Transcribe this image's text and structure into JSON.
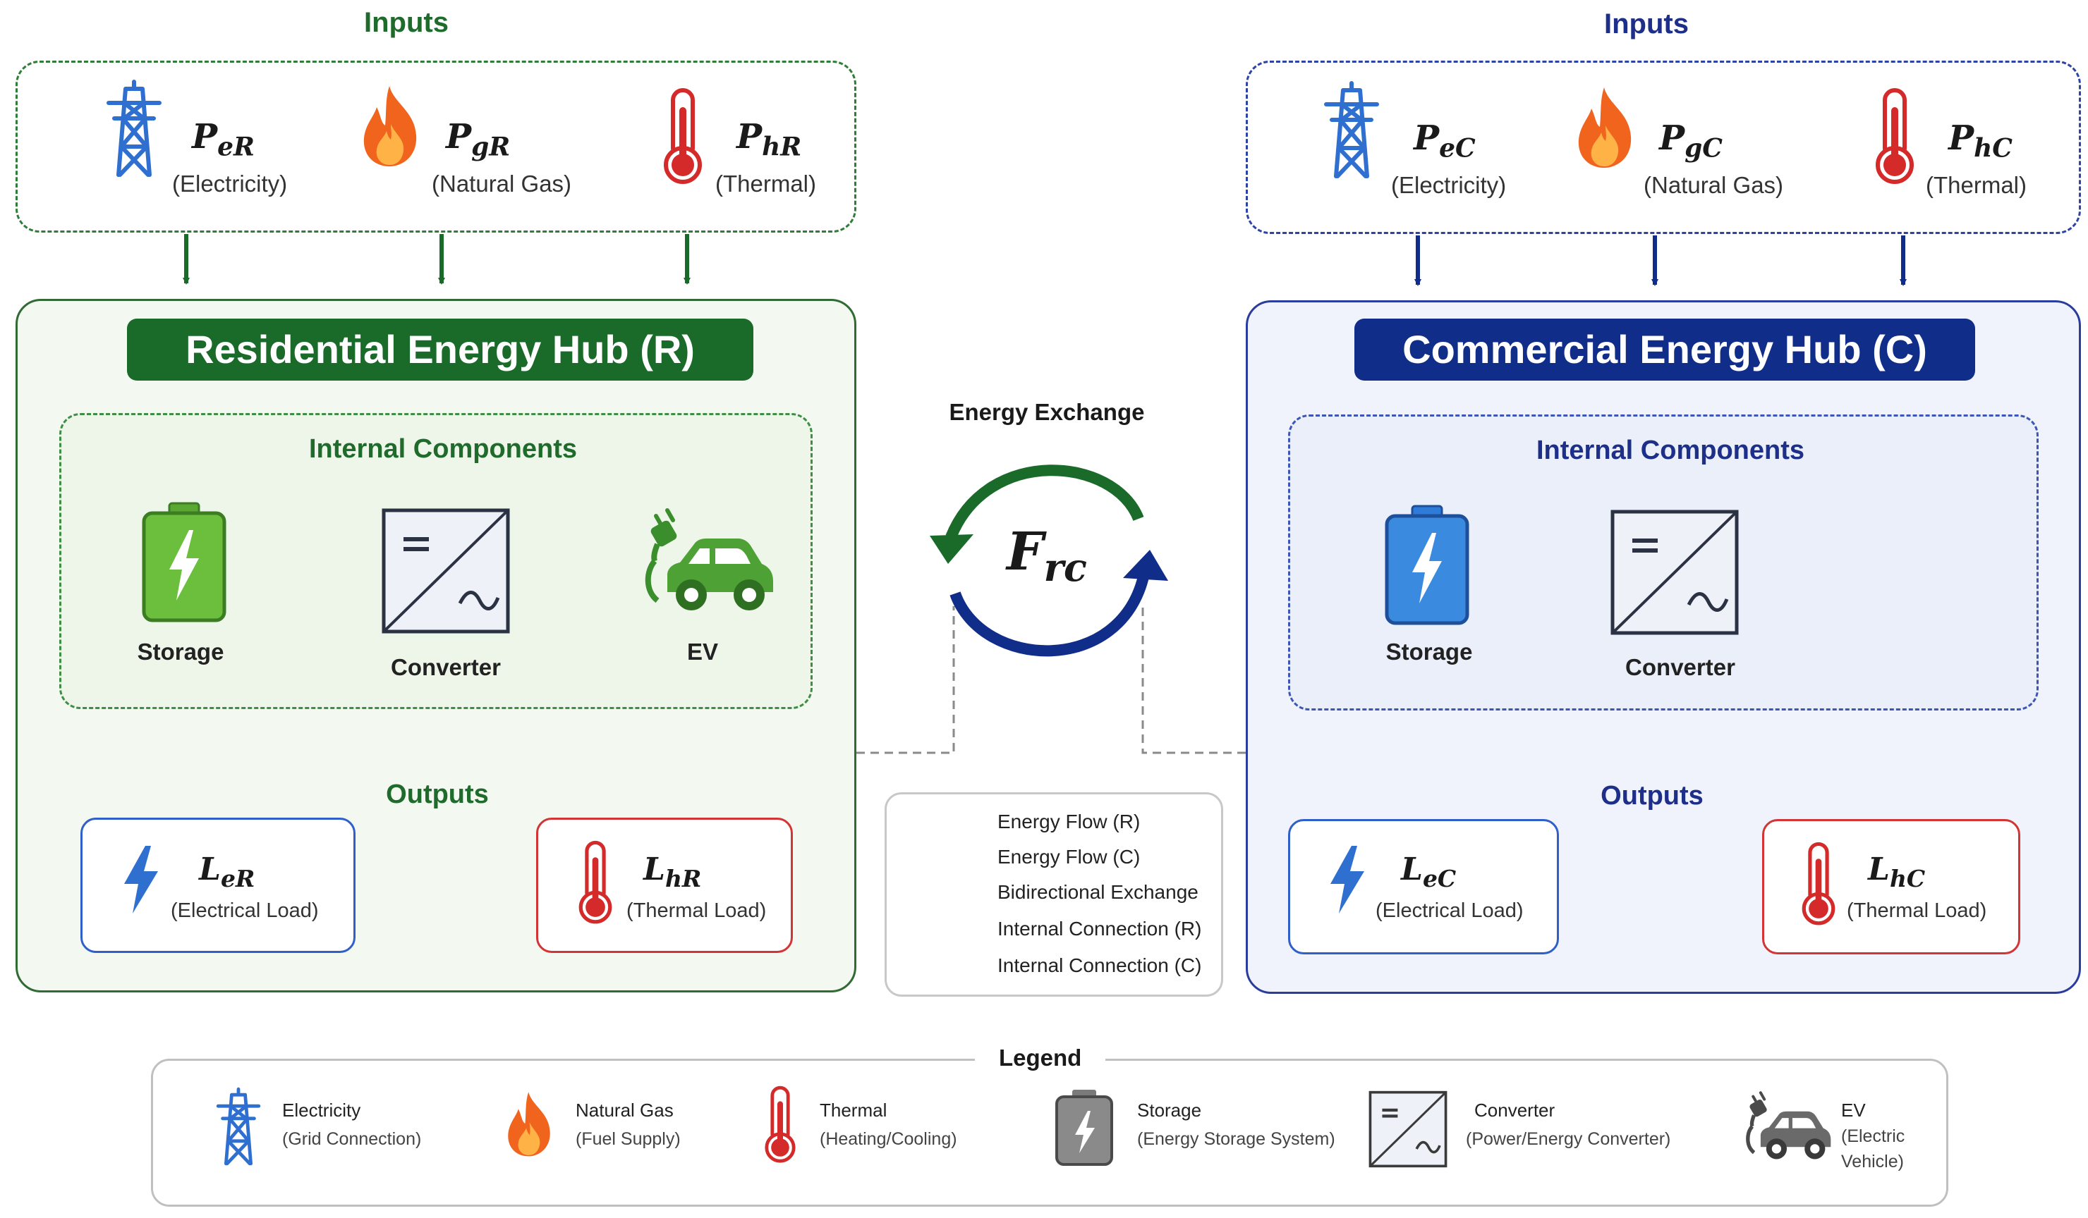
{
  "residential": {
    "inputs_title": "Inputs",
    "inputs": [
      {
        "symbol_main": "P",
        "symbol_sub": "eR",
        "name": "(Electricity)",
        "icon": "transmission-tower-icon"
      },
      {
        "symbol_main": "P",
        "symbol_sub": "gR",
        "name": "(Natural Gas)",
        "icon": "flame-icon"
      },
      {
        "symbol_main": "P",
        "symbol_sub": "hR",
        "name": "(Thermal)",
        "icon": "thermometer-icon"
      }
    ],
    "hub_title": "Residential Energy Hub (R)",
    "components_title": "Internal Components",
    "components": [
      "Storage",
      "Converter",
      "EV"
    ],
    "outputs_title": "Outputs",
    "outputs": [
      {
        "symbol_main": "L",
        "symbol_sub": "eR",
        "name": "(Electrical Load)",
        "icon": "lightning-icon"
      },
      {
        "symbol_main": "L",
        "symbol_sub": "hR",
        "name": "(Thermal Load)",
        "icon": "thermometer-icon"
      }
    ]
  },
  "commercial": {
    "inputs_title": "Inputs",
    "inputs": [
      {
        "symbol_main": "P",
        "symbol_sub": "eC",
        "name": "(Electricity)",
        "icon": "transmission-tower-icon"
      },
      {
        "symbol_main": "P",
        "symbol_sub": "gC",
        "name": "(Natural Gas)",
        "icon": "flame-icon"
      },
      {
        "symbol_main": "P",
        "symbol_sub": "hC",
        "name": "(Thermal)",
        "icon": "thermometer-icon"
      }
    ],
    "hub_title": "Commercial Energy Hub (C)",
    "components_title": "Internal Components",
    "components": [
      "Storage",
      "Converter"
    ],
    "outputs_title": "Outputs",
    "outputs": [
      {
        "symbol_main": "L",
        "symbol_sub": "eC",
        "name": "(Electrical Load)",
        "icon": "lightning-icon"
      },
      {
        "symbol_main": "L",
        "symbol_sub": "hC",
        "name": "(Thermal Load)",
        "icon": "thermometer-icon"
      }
    ]
  },
  "exchange": {
    "label": "Energy Exchange",
    "symbol_main": "F",
    "symbol_sub": "rc"
  },
  "flow_legend": [
    "Energy Flow (R)",
    "Energy Flow (C)",
    "Bidirectional Exchange",
    "Internal Connection (R)",
    "Internal Connection (C)"
  ],
  "legend": {
    "title": "Legend",
    "items": [
      {
        "name": "Electricity",
        "desc": [
          "(Grid Connection)"
        ],
        "icon": "transmission-tower-icon"
      },
      {
        "name": "Natural Gas",
        "desc": [
          "(Fuel Supply)"
        ],
        "icon": "flame-icon"
      },
      {
        "name": "Thermal",
        "desc": [
          "(Heating/Cooling)"
        ],
        "icon": "thermometer-icon"
      },
      {
        "name": "Storage",
        "desc": [
          "(Energy Storage System)"
        ],
        "icon": "battery-icon"
      },
      {
        "name": "Converter",
        "desc": [
          "(Power/Energy Converter)"
        ],
        "icon": "converter-icon"
      },
      {
        "name": "EV",
        "desc": [
          "(Electric",
          "Vehicle)"
        ],
        "icon": "electric-car-icon"
      }
    ]
  },
  "colors": {
    "residential_green": "#1a6b2a",
    "commercial_blue": "#112d8a",
    "electricity_blue": "#2f6fd0",
    "gas_orange": "#f0641e",
    "thermal_red": "#d42a2a"
  }
}
